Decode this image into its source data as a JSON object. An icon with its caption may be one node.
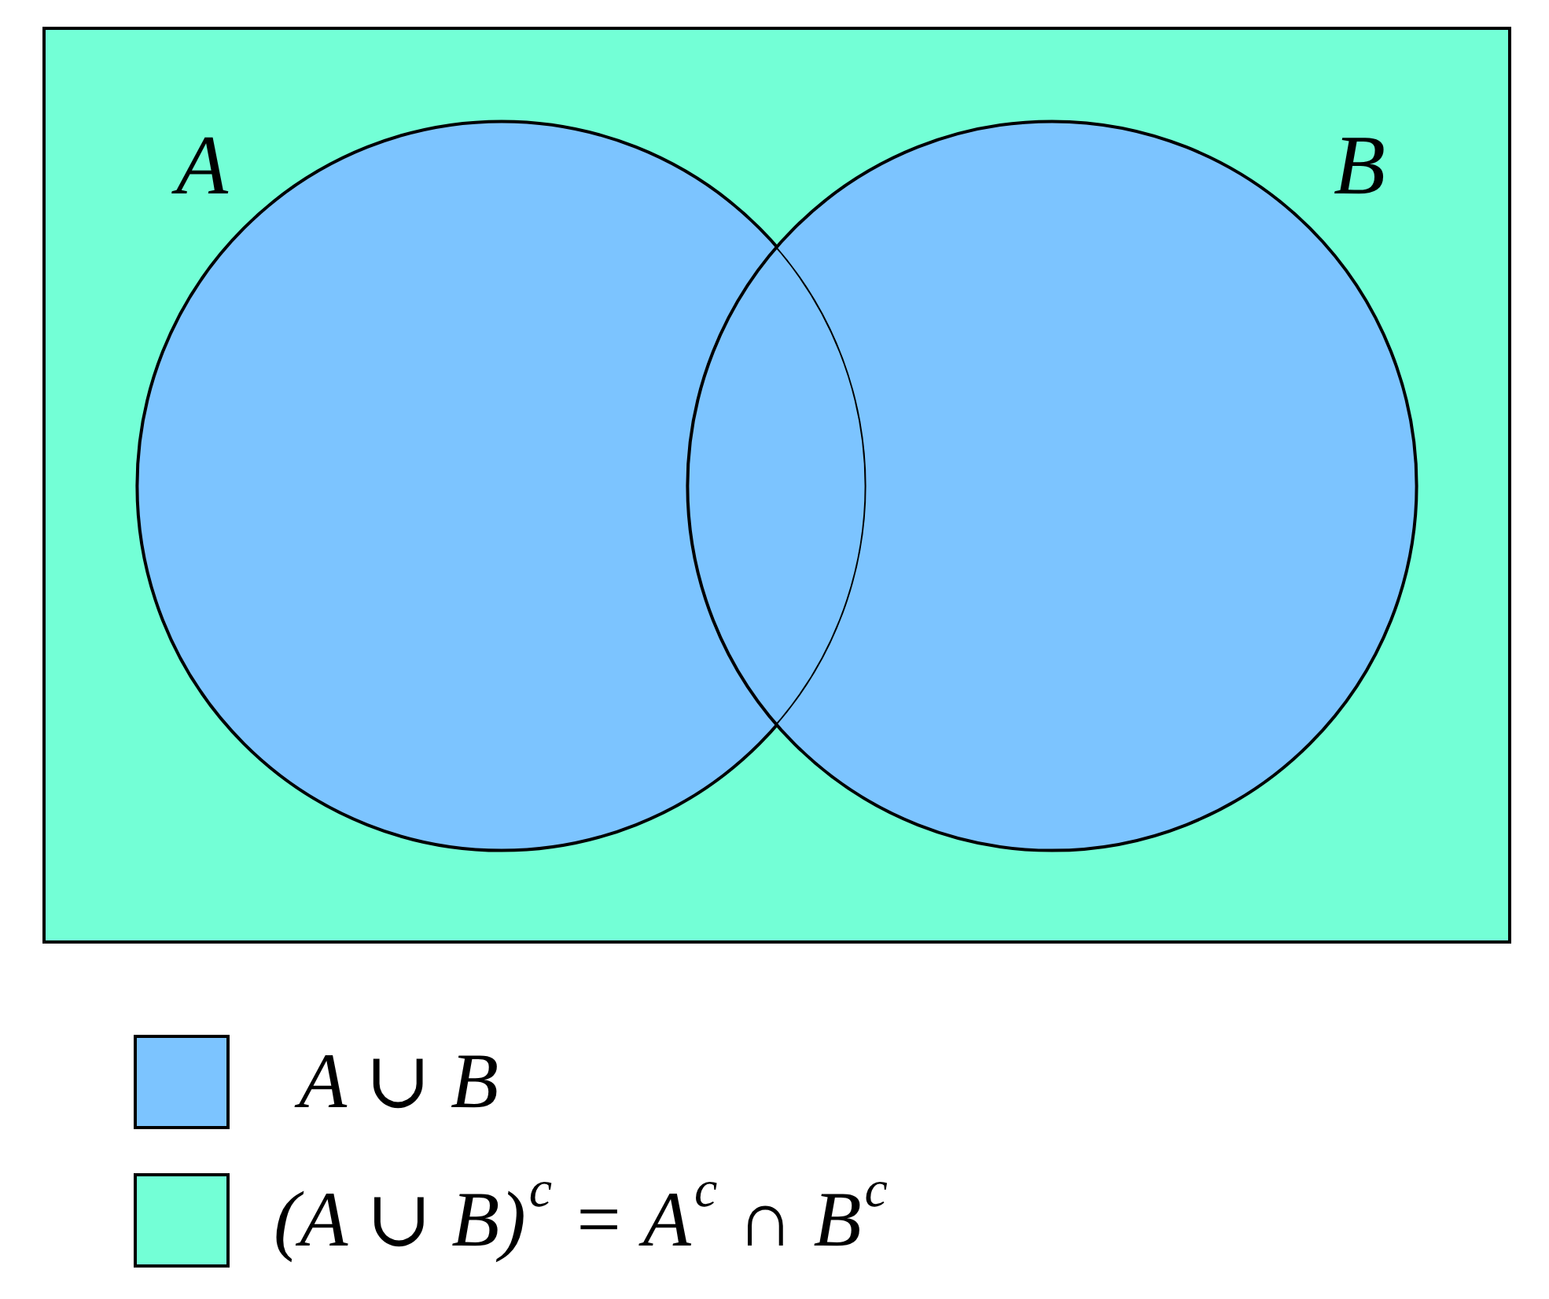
{
  "diagram": {
    "nodes": [
      {
        "text": [],
        "shape": "box"
      },
      {
        "text": [
          "A"
        ],
        "in": 0
      },
      {
        "text": [
          "B"
        ],
        "in": 0
      }
    ],
    "edges": [],
    "legend": [
      {
        "text": "A ∪ B",
        "color": "#7cc4ff"
      },
      {
        "text": "(A ∪ B)$^{c}$ = A$^{c}$ ∩ B$^{c}$",
        "color": "#73ffd6"
      }
    ]
  }
}
